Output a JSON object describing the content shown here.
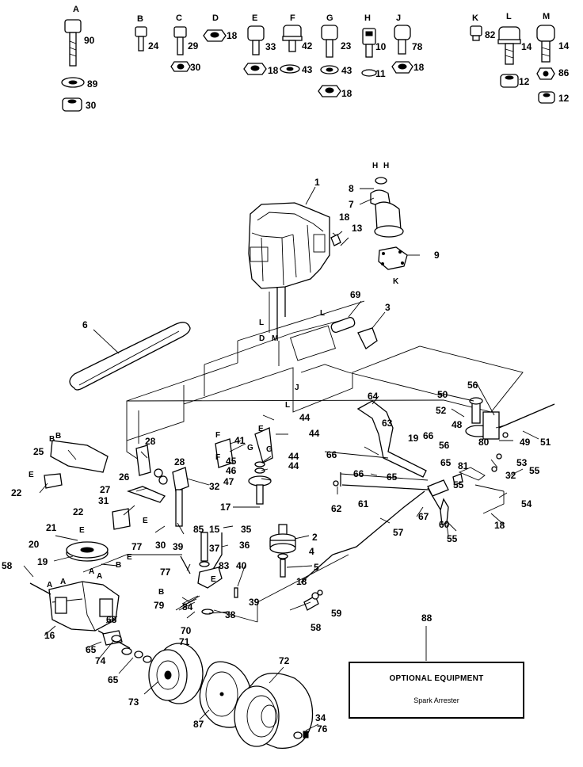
{
  "hardware": [
    {
      "letter": "A",
      "parts": [
        "90",
        "89",
        "30"
      ]
    },
    {
      "letter": "B",
      "parts": [
        "24"
      ]
    },
    {
      "letter": "C",
      "parts": [
        "29",
        "30"
      ]
    },
    {
      "letter": "D",
      "parts": [
        "18"
      ]
    },
    {
      "letter": "E",
      "parts": [
        "33",
        "18"
      ]
    },
    {
      "letter": "F",
      "parts": [
        "42",
        "43"
      ]
    },
    {
      "letter": "G",
      "parts": [
        "23",
        "43",
        "18"
      ]
    },
    {
      "letter": "H",
      "parts": [
        "10",
        "11"
      ]
    },
    {
      "letter": "J",
      "parts": [
        "78",
        "18"
      ]
    },
    {
      "letter": "K",
      "parts": [
        "82"
      ]
    },
    {
      "letter": "L",
      "parts": [
        "14",
        "12"
      ]
    },
    {
      "letter": "M",
      "parts": [
        "14",
        "86",
        "12"
      ]
    }
  ],
  "callouts": [
    "1",
    "2",
    "3",
    "4",
    "5",
    "6",
    "7",
    "8",
    "9",
    "13",
    "15",
    "16",
    "17",
    "18",
    "19",
    "20",
    "21",
    "22",
    "25",
    "26",
    "27",
    "28",
    "30",
    "31",
    "32",
    "34",
    "35",
    "36",
    "37",
    "38",
    "39",
    "40",
    "41",
    "44",
    "45",
    "46",
    "47",
    "48",
    "49",
    "50",
    "51",
    "52",
    "53",
    "54",
    "55",
    "56",
    "57",
    "58",
    "59",
    "60",
    "61",
    "62",
    "63",
    "64",
    "65",
    "66",
    "67",
    "68",
    "69",
    "70",
    "71",
    "72",
    "73",
    "74",
    "76",
    "77",
    "79",
    "80",
    "81",
    "83",
    "84",
    "85",
    "87",
    "88"
  ],
  "reference_letters": [
    "A",
    "B",
    "D",
    "E",
    "F",
    "G",
    "H",
    "J",
    "K",
    "L",
    "M"
  ],
  "optional_equipment": {
    "callout": "88",
    "title": "OPTIONAL EQUIPMENT",
    "item": "Spark Arrester"
  }
}
